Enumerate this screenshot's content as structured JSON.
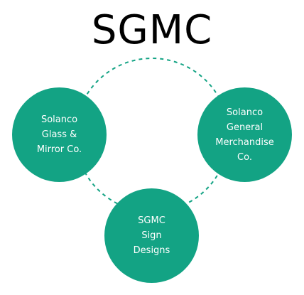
{
  "title": "SGMC",
  "colors": {
    "node_fill": "#13a384",
    "ring": "#13a384",
    "label": "#ffffff",
    "title": "#000000"
  },
  "nodes": [
    {
      "label": "Solanco\nGlass &\nMirror Co."
    },
    {
      "label": "Solanco\nGeneral\nMerchandise\nCo."
    },
    {
      "label": "SGMC\nSign\nDesigns"
    }
  ]
}
